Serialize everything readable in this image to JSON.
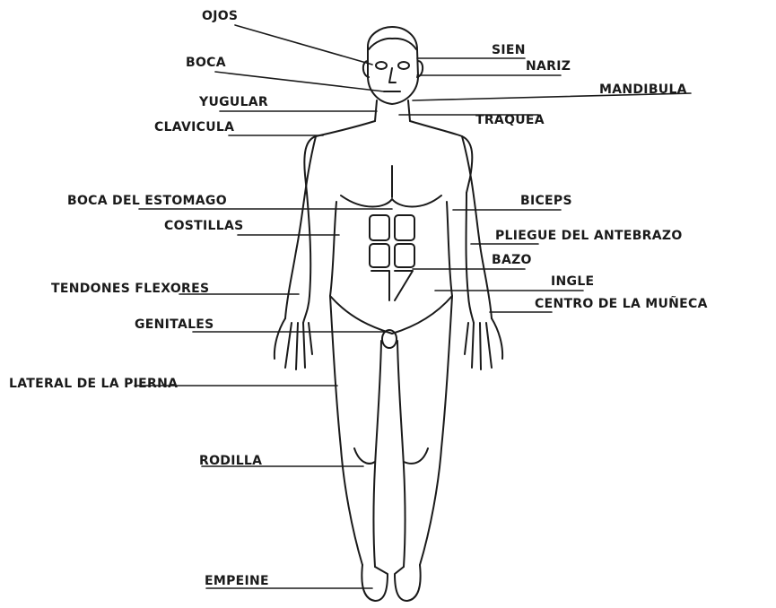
{
  "labels": {
    "ojos": "OJOS",
    "sien": "SIEN",
    "boca": "BOCA",
    "nariz": "NARIZ",
    "mandibula": "MANDIBULA",
    "yugular": "YUGULAR",
    "traquea": "TRAQUEA",
    "clavicula": "CLAVICULA",
    "boca_estomago": "BOCA DEL ESTOMAGO",
    "biceps": "BICEPS",
    "costillas": "COSTILLAS",
    "pliegue": "PLIEGUE DEL ANTEBRAZO",
    "bazo": "BAZO",
    "tendones": "TENDONES FLEXORES",
    "ingle": "INGLE",
    "genitales": "GENITALES",
    "centro_muneca": "CENTRO DE LA MUÑECA",
    "lateral_pierna": "LATERAL DE LA PIERNA",
    "rodilla": "RODILLA",
    "empeine": "EMPEINE"
  },
  "colors": {
    "ink": "#1a1a1a",
    "background": "#ffffff"
  }
}
